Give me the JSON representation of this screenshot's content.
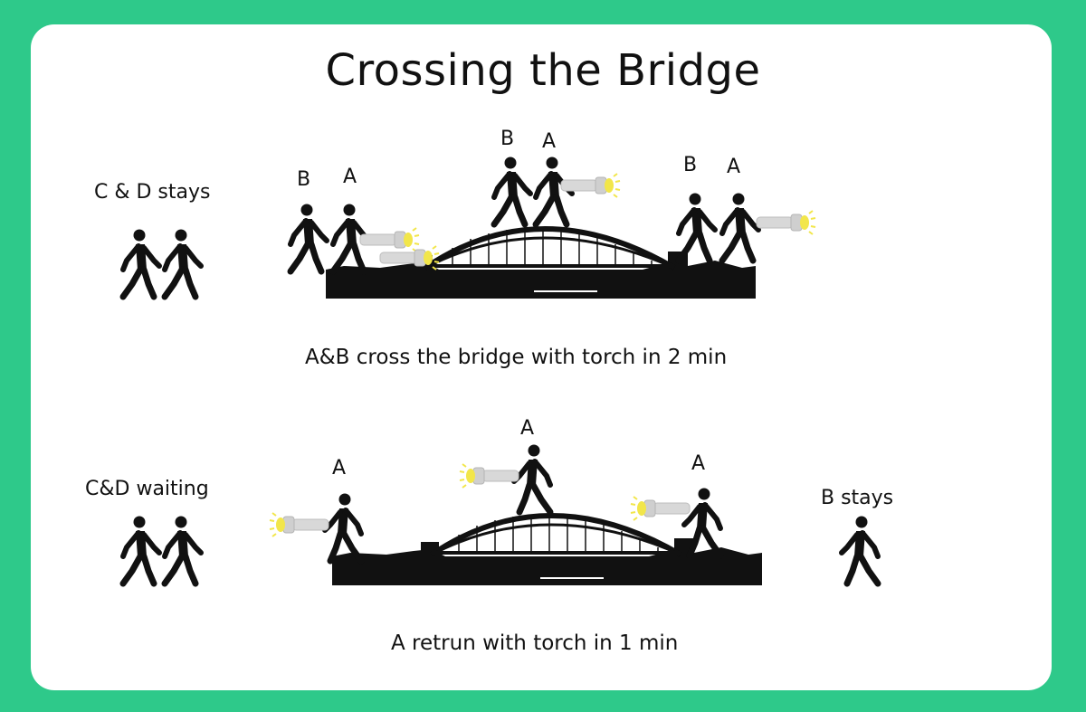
{
  "title": "Crossing the Bridge",
  "top": {
    "left_note": "C & D stays",
    "caption": "A&B cross the bridge with torch in 2 min",
    "pair_start": {
      "b": "B",
      "a": "A"
    },
    "pair_mid": {
      "b": "B",
      "a": "A"
    },
    "pair_end": {
      "b": "B",
      "a": "A"
    }
  },
  "bottom": {
    "left_note": "C&D waiting",
    "right_note": "B stays",
    "caption": "A retrun with torch in 1 min",
    "walker_start": "A",
    "walker_mid": "A",
    "walker_end": "A"
  },
  "colors": {
    "background": "#2ec98a",
    "card": "#ffffff",
    "silhouette": "#111111",
    "torch_body": "#d8d8d8",
    "torch_light": "#f2e64a"
  }
}
